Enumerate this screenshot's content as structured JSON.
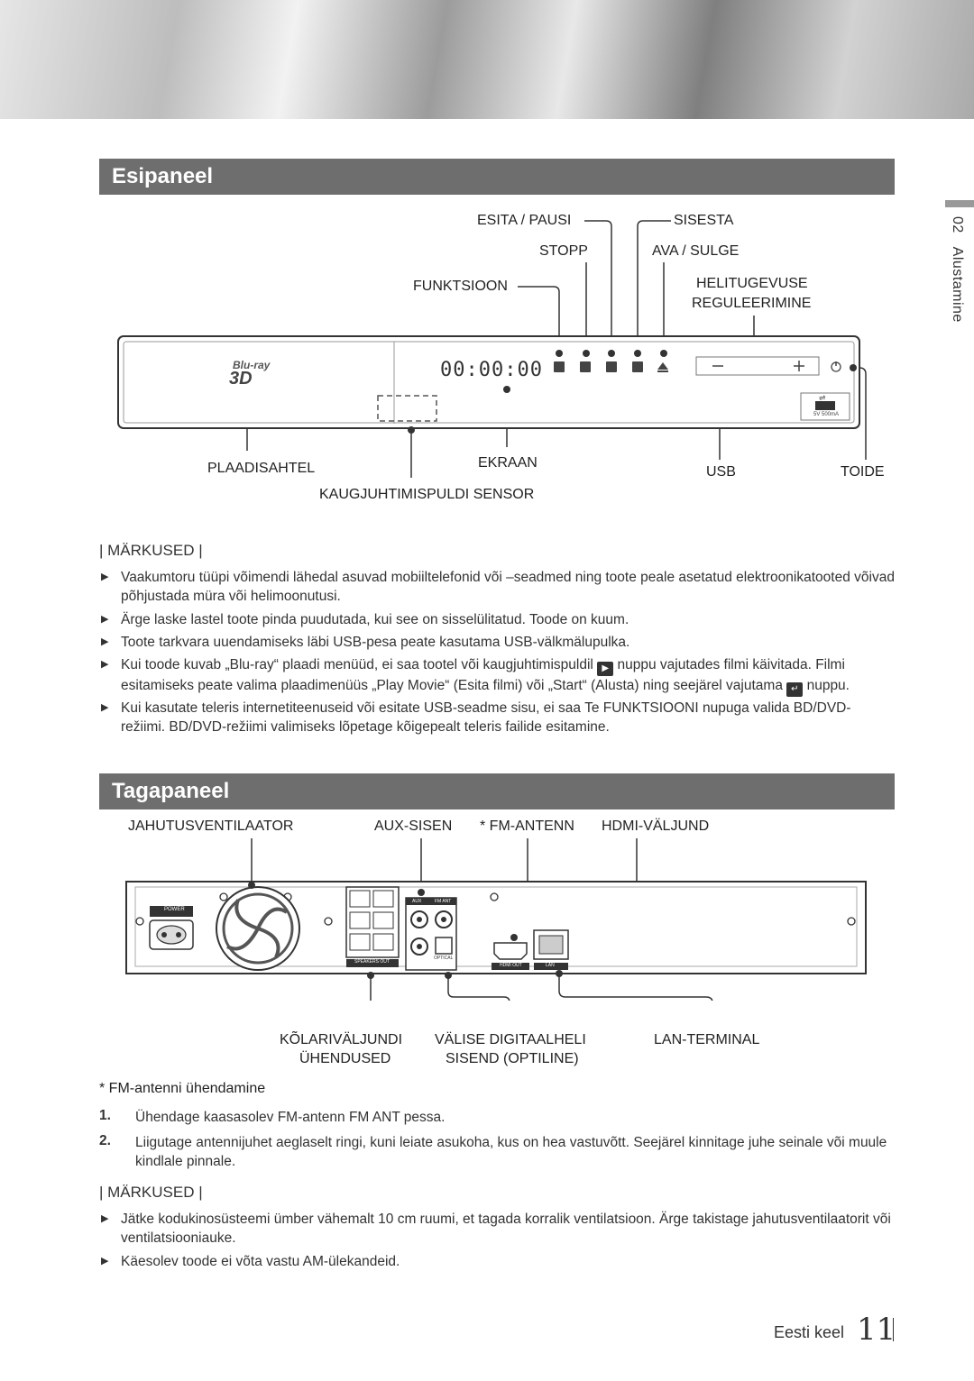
{
  "sidebar": {
    "chapter": "02",
    "title": "Alustamine"
  },
  "front": {
    "heading": "Esipaneel",
    "labels": {
      "play_pause": "ESITA / PAUSI",
      "eject": "SISESTA",
      "stop": "STOPP",
      "open_close": "AVA / SULGE",
      "function": "FUNKTSIOON",
      "volume_1": "HELITUGEVUSE",
      "volume_2": "REGULEERIMINE",
      "disc_tray": "PLAADISAHTEL",
      "display": "EKRAAN",
      "usb": "USB",
      "power": "TOIDE",
      "remote_sensor": "KAUGJUHTIMISPULDI SENSOR"
    },
    "device": {
      "brand_logo": "Blu-ray",
      "brand_3d": "3D",
      "display_digits": "00:00:00",
      "usb_rating": "5V 500mA"
    }
  },
  "notes1": {
    "heading": "| MÄRKUSED |",
    "items": [
      "Vaakumtoru tüüpi võimendi lähedal asuvad mobiiltelefonid või –seadmed ning toote peale asetatud elektroonikatooted võivad põhjustada müra või helimoonutusi.",
      "Ärge laske lastel toote pinda puudutada, kui see on sisselülitatud. Toode on kuum.",
      "Toote tarkvara uuendamiseks läbi USB-pesa peate kasutama USB-välkmälupulka."
    ],
    "item4_a": "Kui toode kuvab „Blu-ray“ plaadi menüüd, ei saa tootel või kaugjuhtimispuldil",
    "item4_b": "nuppu vajutades filmi käivitada. Filmi esitamiseks peate valima plaadimenüüs „Play Movie“ (Esita filmi) või „Start“ (Alusta) ning seejärel vajutama",
    "item4_c": "nuppu.",
    "item5": "Kui kasutate teleris internetiteenuseid või esitate USB-seadme sisu, ei saa Te FUNKTSIOONI nupuga valida BD/DVD-režiimi. BD/DVD-režiimi valimiseks lõpetage kõigepealt teleris failide esitamine."
  },
  "rear": {
    "heading": "Tagapaneel",
    "labels": {
      "fan": "JAHUTUSVENTILAATOR",
      "aux": "AUX-SISEN",
      "fm": "* FM-ANTENN",
      "hdmi": "HDMI-VÄLJUND",
      "speaker_1": "KÕLARIVÄLJUNDI",
      "speaker_2": "ÜHENDUSED",
      "digital_1": "VÄLISE DIGITAALHELI",
      "digital_2": "SISEND (OPTILINE)",
      "lan": "LAN-TERMINAL"
    },
    "device": {
      "power_label": "POWER",
      "speaker_out": "SPEAKERS OUT",
      "hdmi_out": "HDMI OUT",
      "lan_port": "LAN",
      "optical": "OPTICAL",
      "fm_ant": "FM ANT",
      "aux_in": "AUX"
    }
  },
  "fm": {
    "heading": "* FM-antenni ühendamine",
    "steps": [
      {
        "n": "1.",
        "text": "Ühendage kaasasolev FM-antenn FM ANT pessa."
      },
      {
        "n": "2.",
        "text": "Liigutage antennijuhet aeglaselt ringi, kuni leiate asukoha, kus on hea vastuvõtt. Seejärel kinnitage juhe seinale või muule kindlale pinnale."
      }
    ]
  },
  "notes2": {
    "heading": "| MÄRKUSED |",
    "items": [
      "Jätke kodukinosüsteemi ümber vähemalt 10 cm ruumi, et tagada korralik ventilatsioon. Ärge takistage jahutusventilaatorit või ventilatsiooniauke.",
      "Käesolev toode ei võta vastu AM-ülekandeid."
    ]
  },
  "footer": {
    "language": "Eesti keel",
    "page": "11"
  },
  "icons": {
    "bullet": "triangle-right-icon",
    "play": "play-icon",
    "enter": "enter-icon"
  }
}
